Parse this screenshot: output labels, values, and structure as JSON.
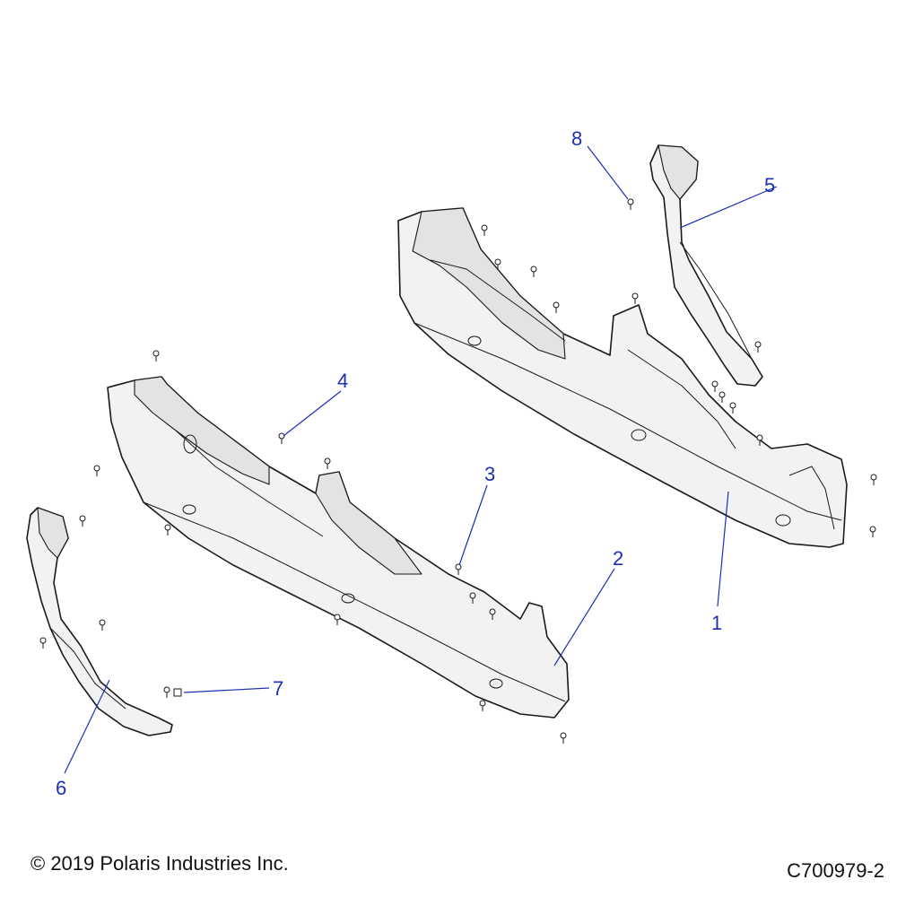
{
  "diagram": {
    "callouts": [
      {
        "id": "1",
        "label": "1"
      },
      {
        "id": "2",
        "label": "2"
      },
      {
        "id": "3",
        "label": "3"
      },
      {
        "id": "4",
        "label": "4"
      },
      {
        "id": "5",
        "label": "5"
      },
      {
        "id": "6",
        "label": "6"
      },
      {
        "id": "7",
        "label": "7"
      },
      {
        "id": "8",
        "label": "8"
      }
    ],
    "parts": [
      {
        "callout": "1",
        "name": "rocker-panel-right"
      },
      {
        "callout": "2",
        "name": "rocker-panel-left"
      },
      {
        "callout": "3",
        "name": "push-rivet"
      },
      {
        "callout": "4",
        "name": "push-rivet"
      },
      {
        "callout": "5",
        "name": "closeout-panel-right"
      },
      {
        "callout": "6",
        "name": "closeout-panel-left"
      },
      {
        "callout": "7",
        "name": "screw"
      },
      {
        "callout": "8",
        "name": "push-rivet"
      }
    ],
    "colors": {
      "callout": "#1b2fb5",
      "line": "#1a1a1a",
      "part_fill": "#f2f2f2"
    }
  },
  "footer": {
    "copyright": "© 2019 Polaris Industries Inc.",
    "figure_id": "C700979-2"
  }
}
